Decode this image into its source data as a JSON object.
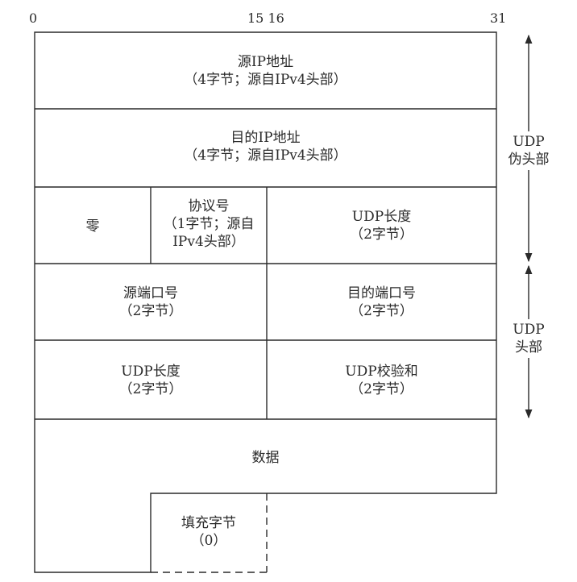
{
  "bit_labels": {
    "start": "0",
    "mid": "15 16",
    "end": "31"
  },
  "rows": {
    "src_ip": {
      "title": "源IP地址",
      "detail": "（4字节；源自IPv4头部）"
    },
    "dst_ip": {
      "title": "目的IP地址",
      "detail": "（4字节；源自IPv4头部）"
    },
    "zero": {
      "title": "零"
    },
    "protocol": {
      "title": "协议号",
      "detail_line1": "（1字节；源自",
      "detail_line2": "IPv4头部）"
    },
    "udp_length_pseudo": {
      "title": "UDP长度",
      "detail": "（2字节）"
    },
    "src_port": {
      "title": "源端口号",
      "detail": "（2字节）"
    },
    "dst_port": {
      "title": "目的端口号",
      "detail": "（2字节）"
    },
    "udp_length": {
      "title": "UDP长度",
      "detail": "（2字节）"
    },
    "checksum": {
      "title": "UDP校验和",
      "detail": "（2字节）"
    },
    "data": {
      "title": "数据"
    },
    "padding": {
      "title": "填充字节",
      "detail": "（0）"
    }
  },
  "side_labels": {
    "pseudo_header": {
      "line1": "UDP",
      "line2": "伪头部"
    },
    "udp_header": {
      "line1": "UDP",
      "line2": "头部"
    }
  }
}
